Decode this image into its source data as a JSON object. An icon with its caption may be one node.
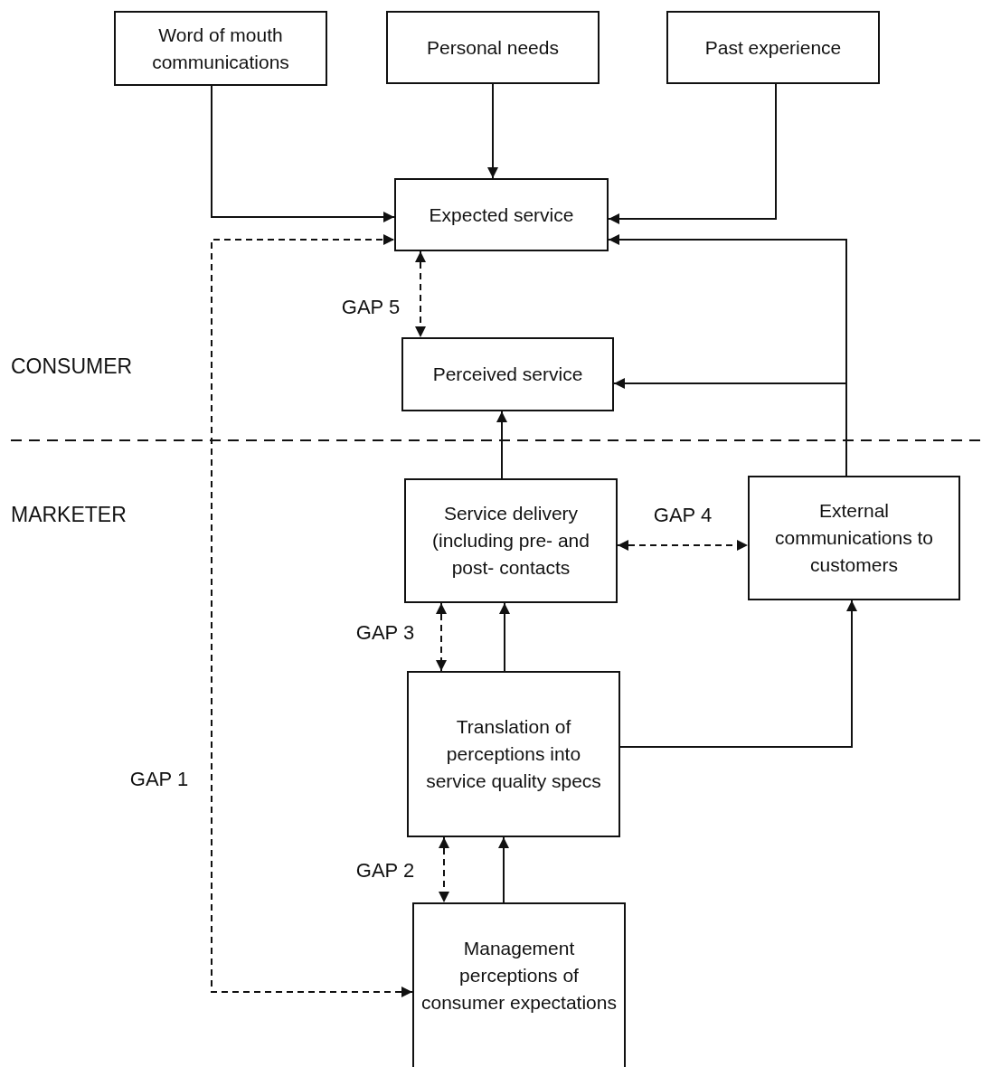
{
  "diagram": {
    "nodes": [
      {
        "text": [
          "Word of mouth communications"
        ]
      },
      {
        "text": [
          "Personal needs"
        ]
      },
      {
        "text": [
          "Past experience"
        ]
      },
      {
        "text": [
          "Expected service"
        ]
      },
      {
        "text": [
          "Perceived service"
        ]
      },
      {
        "text": [
          "Service delivery (including pre- and post- contacts"
        ]
      },
      {
        "text": [
          "External communications to customers"
        ]
      },
      {
        "text": [
          "Translation of perceptions into service quality specs"
        ]
      },
      {
        "text": [
          "Management perceptions of consumer expectations"
        ]
      }
    ],
    "edges": [
      {
        "from": 0,
        "to": 3,
        "arrow": "to"
      },
      {
        "from": 1,
        "to": 3,
        "arrow": "to"
      },
      {
        "from": 2,
        "to": 3,
        "arrow": "to"
      },
      {
        "from": 6,
        "to": 3,
        "arrow": "to"
      },
      {
        "from": 6,
        "to": 4,
        "arrow": "to"
      },
      {
        "from": 5,
        "to": 4,
        "arrow": "to"
      },
      {
        "from": 3,
        "to": 4,
        "arrow": "both",
        "style": "dashed",
        "label": "GAP 5"
      },
      {
        "from": 5,
        "to": 6,
        "arrow": "both",
        "style": "dashed",
        "label": "GAP 4"
      },
      {
        "from": 5,
        "to": 7,
        "arrow": "both",
        "style": "dashed",
        "label": "GAP 3"
      },
      {
        "from": 7,
        "to": 5,
        "arrow": "to"
      },
      {
        "from": 7,
        "to": 6,
        "arrow": "to"
      },
      {
        "from": 7,
        "to": 8,
        "arrow": "both",
        "style": "dashed",
        "label": "GAP 2"
      },
      {
        "from": 8,
        "to": 7,
        "arrow": "to"
      },
      {
        "from": 8,
        "to": 3,
        "arrow": "both",
        "style": "dashed",
        "label": "GAP 1"
      }
    ],
    "labels": [
      "CONSUMER",
      "MARKETER"
    ]
  }
}
